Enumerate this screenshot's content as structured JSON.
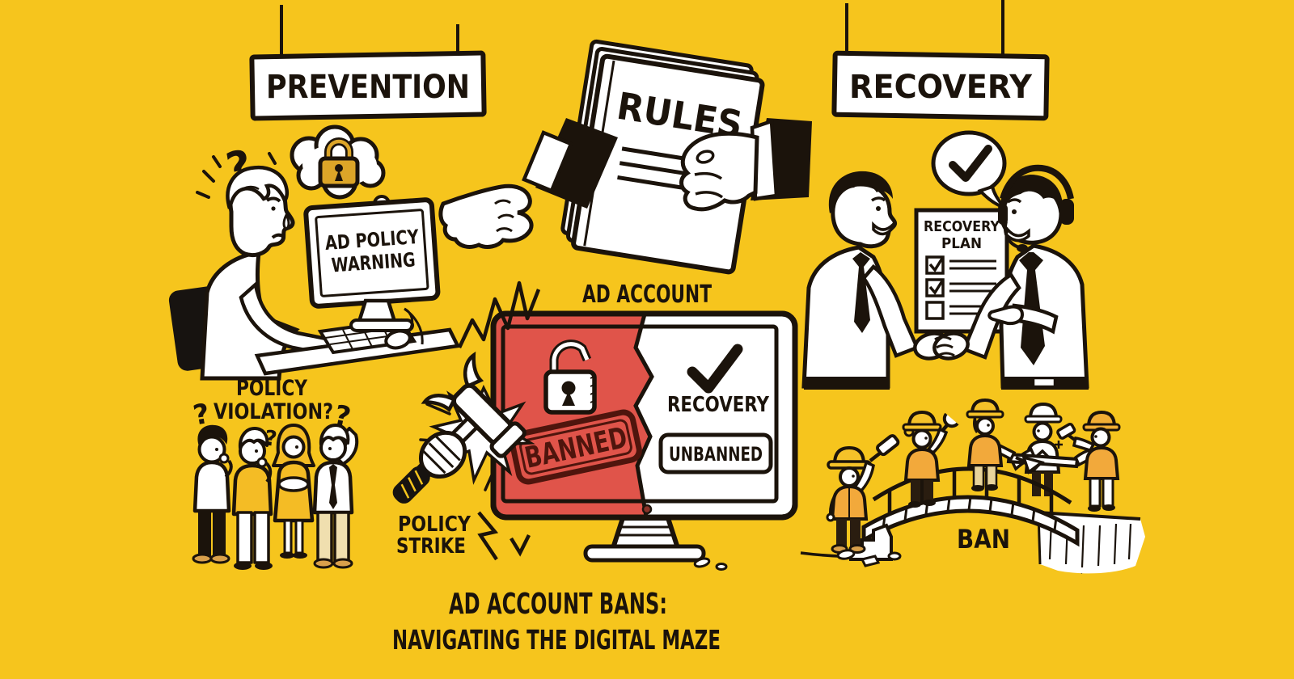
{
  "palette": {
    "background": "#F6C51D",
    "ink": "#1b130b",
    "screen_red": "#E0544A",
    "stamp_maroon": "#4f150d",
    "lock_gold": "#DCA528",
    "vest_orange": "#F2A93B",
    "hat_yellow": "#F5C229"
  },
  "signs": {
    "prevention": "PREVENTION",
    "recovery": "RECOVERY"
  },
  "rules_book": {
    "title": "RULES"
  },
  "warning_scene": {
    "monitor_line1": "AD POLICY",
    "monitor_line2": "WARNING",
    "question_mark": "?",
    "caption_line1": "POLICY",
    "caption_line2": "VIOLATION?",
    "stray_question_marks": [
      "?",
      "?",
      "?"
    ]
  },
  "strike_scene": {
    "caption_line1": "POLICY",
    "caption_line2": "STRIKE"
  },
  "account_monitor": {
    "label": "AD ACCOUNT",
    "banned_stamp": "BANNED",
    "recovery_text": "RECOVERY",
    "unbanned_text": "UNBANNED"
  },
  "support_scene": {
    "plan_line1": "RECOVERY",
    "plan_line2": "PLAN"
  },
  "bridge_scene": {
    "gap_label": "BAN"
  },
  "footer": {
    "title_line1": "AD ACCOUNT BANS:",
    "title_line2": "NAVIGATING THE DIGITAL MAZE"
  }
}
